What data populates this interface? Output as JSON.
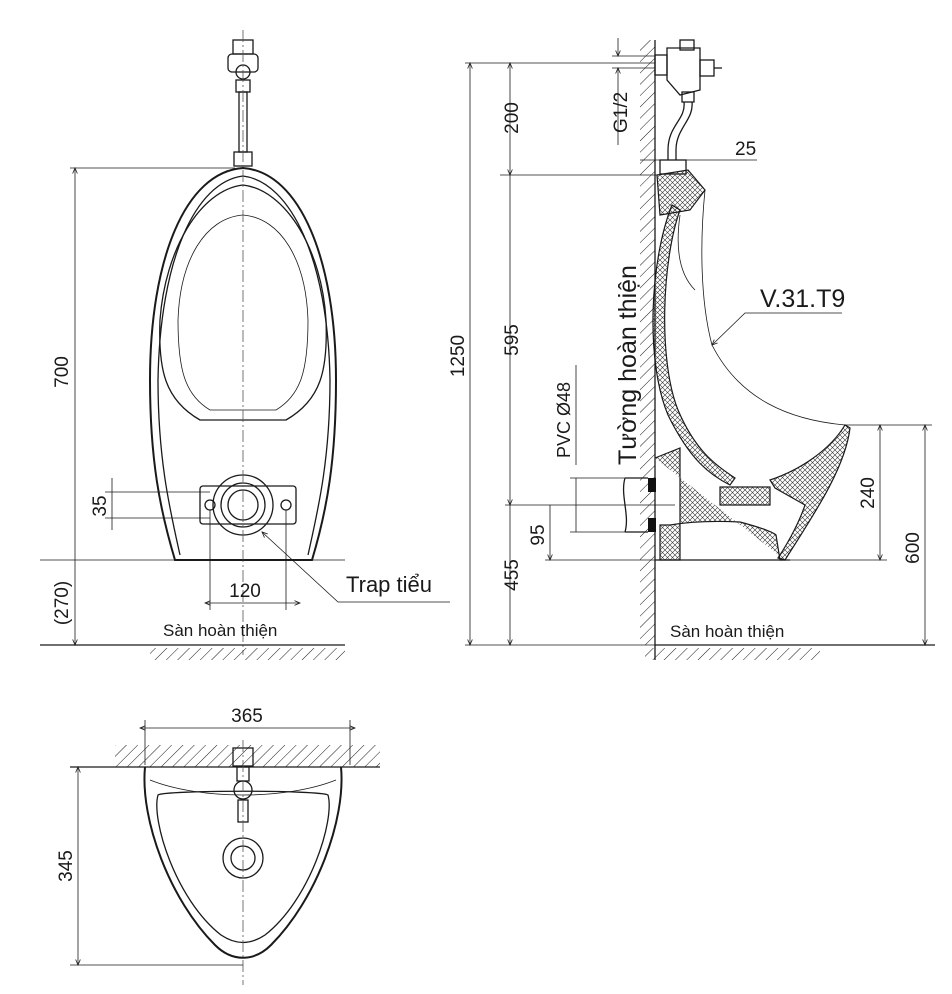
{
  "front_view": {
    "dim_height": "700",
    "dim_floor_gap": "(270)",
    "dim_trap_offset": "35",
    "dim_trap_width": "120",
    "trap_label": "Trap tiểu",
    "floor_label": "Sàn hoàn thiện"
  },
  "side_view": {
    "dim_total": "1250",
    "dim_valve": "200",
    "dim_body": "595",
    "dim_outlet_height": "455",
    "dim_thread": "G1/2",
    "dim_spud": "25",
    "model_label": "V.31.T9",
    "wall_label": "Tường hoàn thiện",
    "pipe_label": "PVC Ø48",
    "dim_pipe": "95",
    "dim_lip_depth": "240",
    "dim_lip_height": "600",
    "floor_label": "Sàn hoàn thiện"
  },
  "top_view": {
    "dim_width": "365",
    "dim_depth": "345"
  }
}
